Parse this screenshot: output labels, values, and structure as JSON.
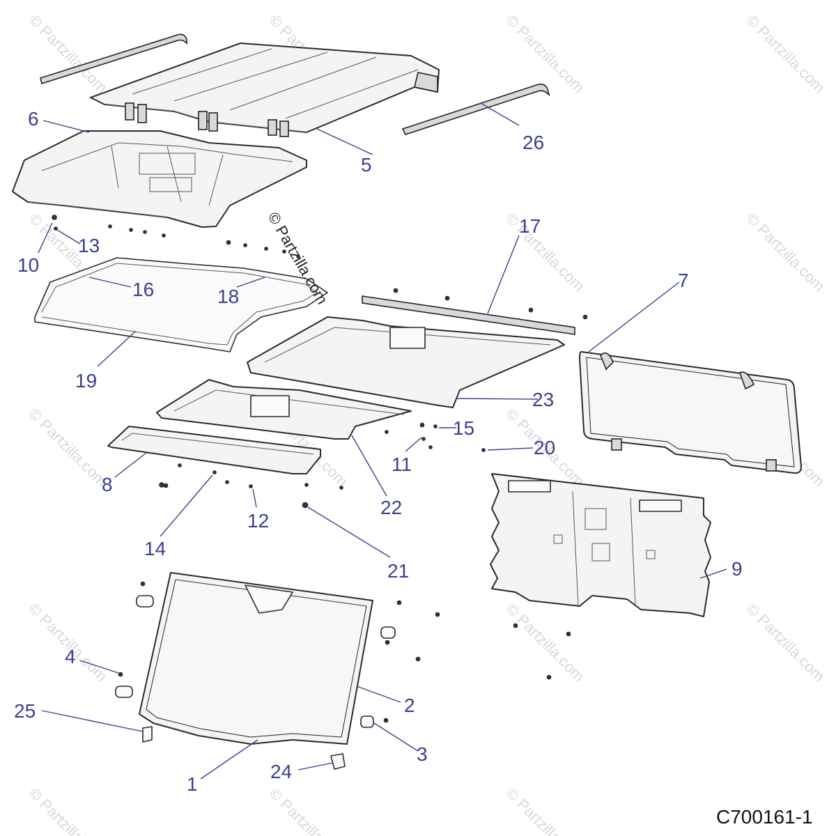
{
  "diagram": {
    "catalog_code": "C700161-1",
    "watermark": "© Partzilla.com",
    "callouts": [
      {
        "id": "1",
        "label": "1"
      },
      {
        "id": "2",
        "label": "2"
      },
      {
        "id": "3",
        "label": "3"
      },
      {
        "id": "4",
        "label": "4"
      },
      {
        "id": "5",
        "label": "5"
      },
      {
        "id": "6",
        "label": "6"
      },
      {
        "id": "7",
        "label": "7"
      },
      {
        "id": "8",
        "label": "8"
      },
      {
        "id": "9",
        "label": "9"
      },
      {
        "id": "10",
        "label": "10"
      },
      {
        "id": "11",
        "label": "11"
      },
      {
        "id": "12",
        "label": "12"
      },
      {
        "id": "13",
        "label": "13"
      },
      {
        "id": "14",
        "label": "14"
      },
      {
        "id": "15",
        "label": "15"
      },
      {
        "id": "16",
        "label": "16"
      },
      {
        "id": "17",
        "label": "17"
      },
      {
        "id": "18",
        "label": "18"
      },
      {
        "id": "19",
        "label": "19"
      },
      {
        "id": "20",
        "label": "20"
      },
      {
        "id": "21",
        "label": "21"
      },
      {
        "id": "22",
        "label": "22"
      },
      {
        "id": "23",
        "label": "23"
      },
      {
        "id": "24",
        "label": "24"
      },
      {
        "id": "25",
        "label": "25"
      },
      {
        "id": "26",
        "label": "26"
      }
    ]
  }
}
